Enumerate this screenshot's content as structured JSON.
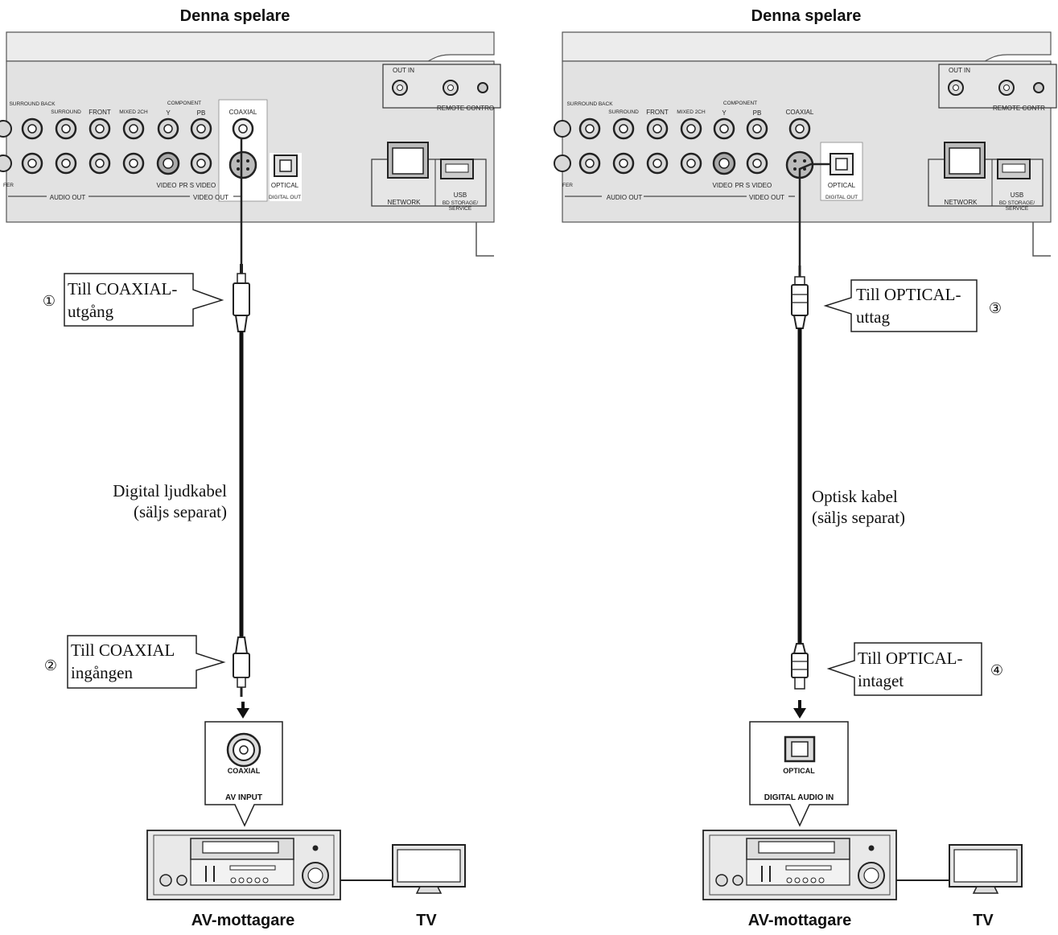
{
  "left": {
    "title": "Denna spelare",
    "panel": {
      "surround_back": "SURROUND BACK",
      "surround": "SURROUND",
      "front": "FRONT",
      "mixed2ch": "MIXED 2CH",
      "component": "COMPONENT",
      "y": "Y",
      "pb": "PB",
      "coaxial": "COAXIAL",
      "video": "VIDEO",
      "pr": "PR",
      "svideo": "S VIDEO",
      "optical": "OPTICAL",
      "audio_out": "AUDIO OUT",
      "video_out": "VIDEO OUT",
      "digital_out": "DIGITAL OUT",
      "out_in": "OUT IN",
      "remote_control": "REMOTE CONTRO",
      "network": "NETWORK",
      "usb": "USB",
      "bd_storage": "BD STORAGE/",
      "service": "SERVICE",
      "fer": "FER"
    },
    "callout_top": {
      "number": "①",
      "line1": "Till COAXIAL-",
      "line2": "utgång"
    },
    "cable": {
      "line1": "Digital ljudkabel",
      "line2": "(säljs separat)"
    },
    "callout_bottom": {
      "number": "②",
      "line1": "Till COAXIAL",
      "line2": "ingången"
    },
    "input_box": {
      "jack_label": "COAXIAL",
      "footer": "AV INPUT"
    },
    "receiver_label": "AV-mottagare",
    "tv_label": "TV"
  },
  "right": {
    "title": "Denna spelare",
    "panel": {
      "surround_back": "SURROUND BACK",
      "surround": "SURROUND",
      "front": "FRONT",
      "mixed2ch": "MIXED 2CH",
      "component": "COMPONENT",
      "y": "Y",
      "pb": "PB",
      "coaxial": "COAXIAL",
      "video": "VIDEO",
      "pr": "PR",
      "svideo": "S VIDEO",
      "optical": "OPTICAL",
      "audio_out": "AUDIO OUT",
      "video_out": "VIDEO OUT",
      "digital_out": "DIGITAL OUT",
      "out_in": "OUT IN",
      "remote_control": "REMOTE CONTR",
      "network": "NETWORK",
      "usb": "USB",
      "bd_storage": "BD STORAGE/",
      "service": "SERVICE",
      "fer": "FER"
    },
    "callout_top": {
      "number": "③",
      "line1": "Till OPTICAL-",
      "line2": "uttag"
    },
    "cable": {
      "line1": "Optisk kabel",
      "line2": "(säljs separat)"
    },
    "callout_bottom": {
      "number": "④",
      "line1": "Till OPTICAL-",
      "line2": "intaget"
    },
    "input_box": {
      "jack_label": "OPTICAL",
      "footer": "DIGITAL AUDIO IN"
    },
    "receiver_label": "AV-mottagare",
    "tv_label": "TV"
  }
}
